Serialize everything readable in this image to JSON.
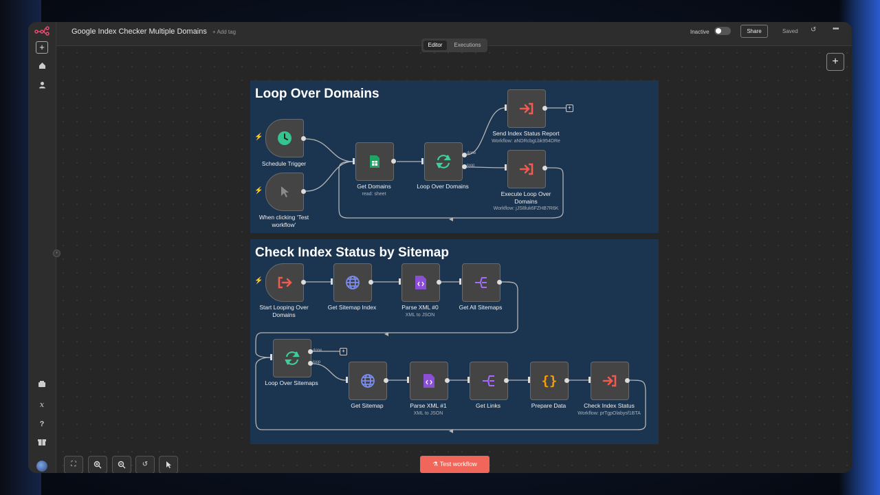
{
  "header": {
    "title": "Google Index Checker Multiple Domains",
    "add_tag": "+ Add tag",
    "status": "Inactive",
    "share": "Share",
    "saved": "Saved"
  },
  "tabs": [
    {
      "label": "Editor"
    },
    {
      "label": "Executions"
    }
  ],
  "groups": [
    {
      "title": "Loop Over Domains"
    },
    {
      "title": "Check Index Status by Sitemap"
    }
  ],
  "nodes": {
    "schedule_trigger": {
      "label": "Schedule Trigger"
    },
    "manual_trigger": {
      "label": "When clicking ‘Test workflow’"
    },
    "get_domains": {
      "label": "Get Domains",
      "sub": "read: sheet"
    },
    "loop_over_domains": {
      "label": "Loop Over Domains"
    },
    "send_index_status_report": {
      "label": "Send Index Status Report",
      "sub": "Workflow: aNDRcbgLbk954DRe"
    },
    "execute_loop_over_domains": {
      "label": "Execute Loop Over Domains",
      "sub": "Workflow: jJS8luk6FZHB7R6K"
    },
    "start_looping_over_domains": {
      "label": "Start Looping Over Domains"
    },
    "get_sitemap_index": {
      "label": "Get Sitemap Index"
    },
    "parse_xml_0": {
      "label": "Parse XML #0",
      "sub": "XML to JSON"
    },
    "get_all_sitemaps": {
      "label": "Get All Sitemaps"
    },
    "loop_over_sitemaps": {
      "label": "Loop Over Sitemaps"
    },
    "get_sitemap": {
      "label": "Get Sitemap"
    },
    "parse_xml_1": {
      "label": "Parse XML #1",
      "sub": "XML to JSON"
    },
    "get_links": {
      "label": "Get Links"
    },
    "prepare_data": {
      "label": "Prepare Data"
    },
    "check_index_status": {
      "label": "Check Index Status",
      "sub": "Workflow: prTgpOlabysf1BTA"
    }
  },
  "branches": {
    "done": "done",
    "loop": "loop"
  },
  "bottom": {
    "test_workflow": "Test workflow"
  },
  "colors": {
    "accent": "#f0665a",
    "sticky": "#1b3551",
    "canvas": "#262626",
    "green": "#35c38f",
    "purple": "#8b4fd6",
    "orange": "#f59e0b",
    "red": "#f05a4f"
  },
  "icons": {
    "schedule_trigger": "clock-icon",
    "manual_trigger": "cursor-icon",
    "get_domains": "google-sheets-icon",
    "loop": "loop-icon",
    "execute_workflow": "sign-in-icon",
    "http_request": "globe-icon",
    "xml": "code-file-icon",
    "split_out": "split-icon",
    "code": "braces-icon",
    "start_trigger": "sign-out-icon"
  }
}
